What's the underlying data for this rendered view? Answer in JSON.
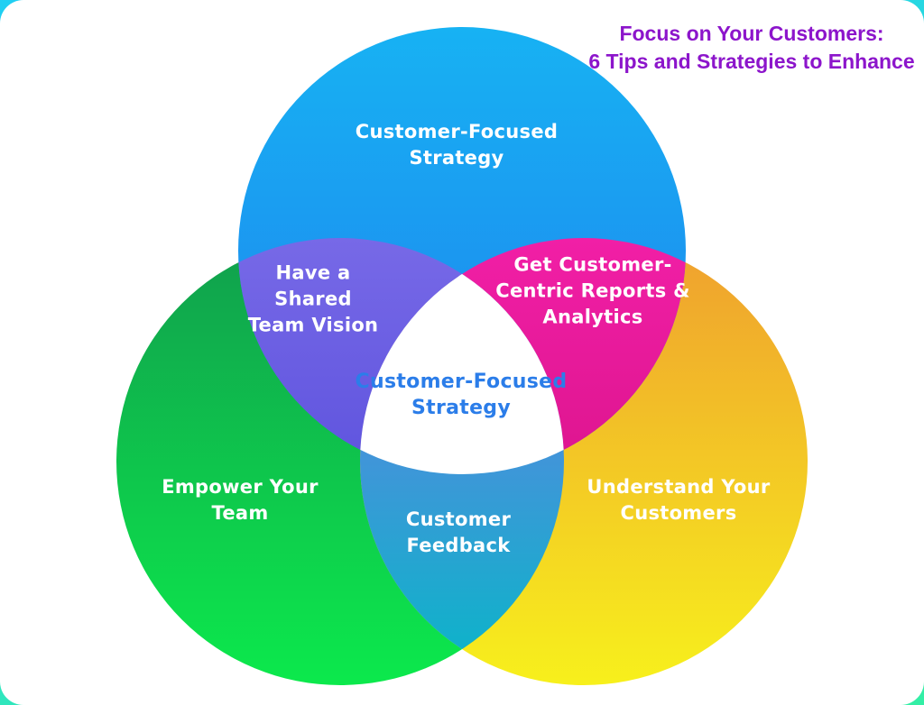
{
  "page": {
    "background_top_color": "#20CFF3",
    "background_bottom_color": "#33EFA5",
    "card_color": "#FFFFFF"
  },
  "title": {
    "text": "Focus on Your Customers:\n6 Tips and Strategies to Enhance",
    "color": "#8C15CB"
  },
  "diagram": {
    "type": "venn-3-circle",
    "sets": {
      "top": {
        "label": "Customer-Focused\nStrategy",
        "color_top": "#17B2F3",
        "color_bottom": "#1F7FEE"
      },
      "left": {
        "label": "Empower Your\nTeam",
        "color_top": "#119F4D",
        "color_bottom": "#0CE94C"
      },
      "right": {
        "label": "Understand Your\nCustomers",
        "color_top": "#EF9F2F",
        "color_bottom": "#F7F01C"
      }
    },
    "overlaps": {
      "top_left": {
        "label": "Have a\nShared\nTeam Vision",
        "color_top": "#7769E7",
        "color_bottom": "#6156DF"
      },
      "top_right": {
        "label": "Get Customer-\nCentric Reports &\nAnalytics",
        "color_top": "#F11FA6",
        "color_bottom": "#DF1691"
      },
      "bottom": {
        "label": "Customer\nFeedback",
        "color_top": "#4493DA",
        "color_bottom": "#0FB2CA"
      },
      "center": {
        "label": "Customer-Focused\nStrategy",
        "text_color": "#2B7DE9",
        "background_color": "#FFFFFF"
      }
    }
  }
}
